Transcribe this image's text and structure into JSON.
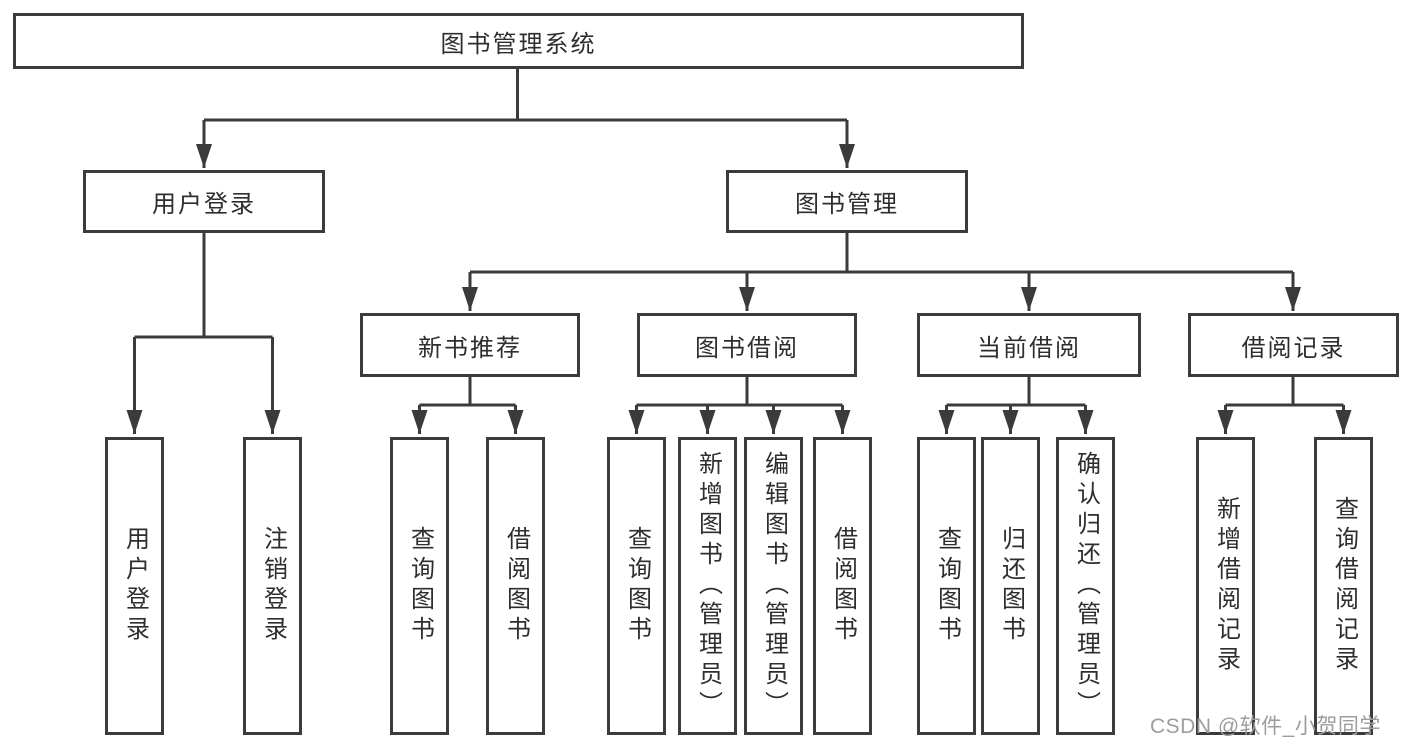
{
  "diagram": {
    "root": "图书管理系统",
    "user_login": "用户登录",
    "book_management": "图书管理",
    "new_book_recommend": "新书推荐",
    "book_borrow": "图书借阅",
    "current_borrow": "当前借阅",
    "borrow_records": "借阅记录",
    "leaf_user_login": "用户登录",
    "leaf_logout": "注销登录",
    "leaf_rec_query_books": "查询图书",
    "leaf_rec_borrow_books": "借阅图书",
    "leaf_bb_query_books": "查询图书",
    "leaf_bb_add_books": "新增图书（管理员）",
    "leaf_bb_edit_books": "编辑图书（管理员）",
    "leaf_bb_borrow_books": "借阅图书",
    "leaf_cb_query_books": "查询图书",
    "leaf_cb_return_books": "归还图书",
    "leaf_cb_confirm_return": "确认归还（管理员）",
    "leaf_br_add_record": "新增借阅记录",
    "leaf_br_query_record": "查询借阅记录"
  },
  "watermark": "CSDN @软件_小贺同学",
  "colors": {
    "line": "#3b3b3b",
    "box_border": "#3b3b3b",
    "text": "#2e2e2e",
    "watermark": "#9d9d9d",
    "background": "#ffffff"
  }
}
